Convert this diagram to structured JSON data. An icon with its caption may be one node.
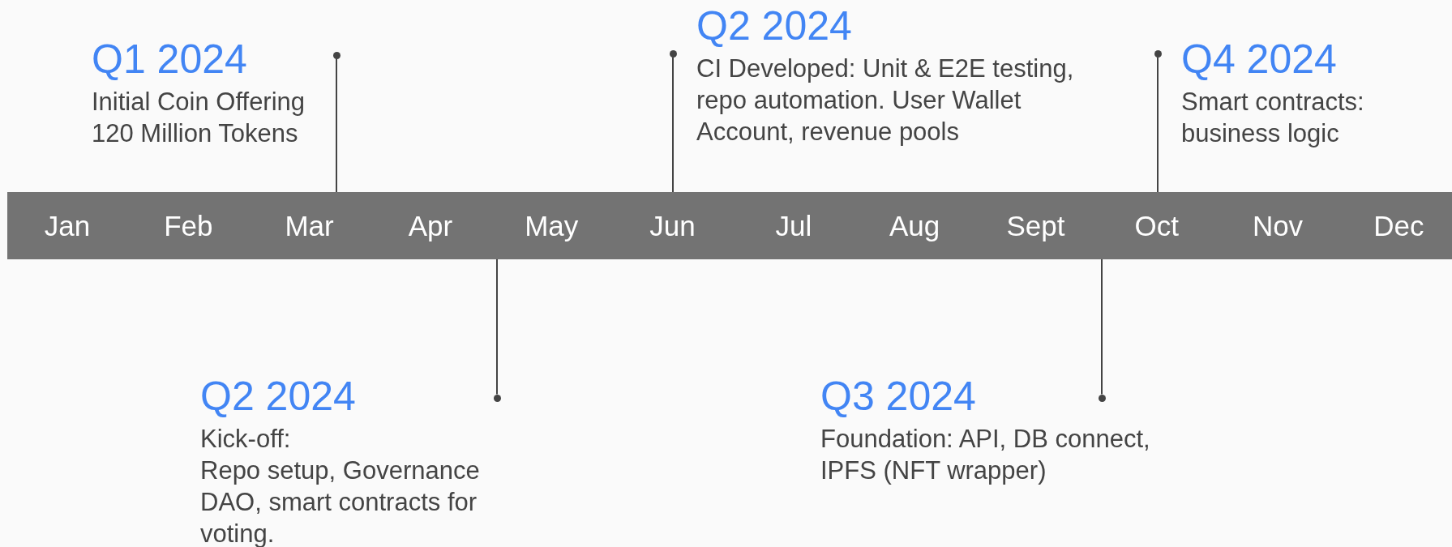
{
  "diagram": {
    "nodes": [
      {
        "text": [
          "Jan",
          "Feb",
          "Mar",
          "Apr",
          "May",
          "Jun",
          "Jul",
          "Aug",
          "Sept",
          "Oct",
          "Nov",
          "Dec"
        ]
      },
      {
        "text": [
          "Q1 2024",
          "Initial Coin Offering 120 Million Tokens"
        ]
      },
      {
        "text": [
          "Q2 2024",
          "CI Developed: Unit & E2E testing, repo automation. User Wallet Account, revenue pools"
        ]
      },
      {
        "text": [
          "Q4 2024",
          "Smart contracts: business logic"
        ]
      },
      {
        "text": [
          "Q2 2024",
          "Kick-off:",
          "Repo setup, Governance DAO, smart contracts for voting."
        ]
      },
      {
        "text": [
          "Q3 2024",
          "Foundation: API, DB connect, IPFS (NFT wrapper)"
        ]
      },
      {
        "text": [],
        "shape": "circle"
      },
      {
        "text": [],
        "shape": "circle"
      },
      {
        "text": [],
        "shape": "circle"
      },
      {
        "text": [],
        "shape": "circle"
      },
      {
        "text": [],
        "shape": "circle"
      }
    ],
    "edges": [
      {
        "from": 6,
        "to": 0,
        "arrow": "none"
      },
      {
        "from": 7,
        "to": 0,
        "arrow": "none"
      },
      {
        "from": 8,
        "to": 0,
        "arrow": "none"
      },
      {
        "from": 9,
        "to": 0,
        "arrow": "none"
      },
      {
        "from": 10,
        "to": 0,
        "arrow": "none"
      }
    ]
  }
}
